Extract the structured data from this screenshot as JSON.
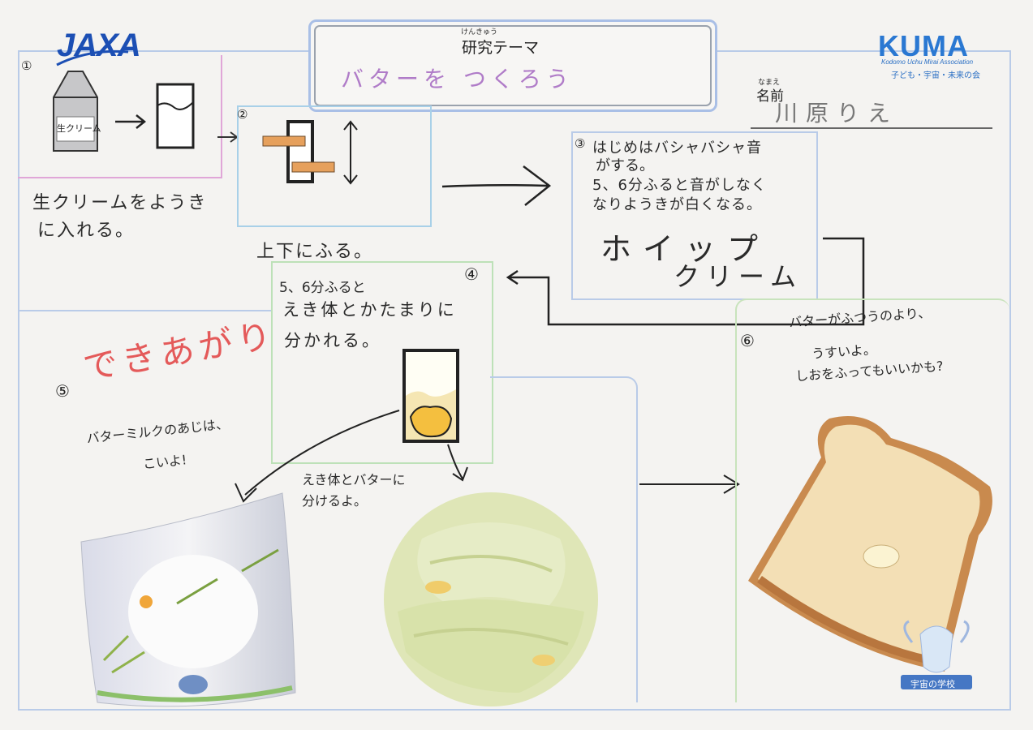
{
  "header": {
    "jaxa_logo": "JAXA",
    "kuma_logo": "KUMA",
    "kuma_subtitle": "Kodomo Uchu Mirai Association",
    "kuma_tagline": "子ども・宇宙・未来の会",
    "theme_ruby": "けんきゅう",
    "theme_label": "研究テーマ",
    "theme_value": "バターを つくろう",
    "name_ruby": "なまえ",
    "name_label": "名前",
    "name_value": "川原りえ"
  },
  "step1": {
    "number": "①",
    "carton_label": "生クリーム",
    "caption_line1": "生クリームをようき",
    "caption_line2": "に入れる。"
  },
  "step2": {
    "number": "②",
    "caption": "上下にふる。"
  },
  "step3": {
    "number": "③",
    "line1": "はじめはバシャバシャ音",
    "line2": "がする。",
    "line3": "5、6分ふると音がしなく",
    "line4": "なりようきが白くなる。",
    "big_line1": "ホイップ",
    "big_line2": "クリーム"
  },
  "step4": {
    "number": "④",
    "line1": "5、6分ふると",
    "line2": "えき体とかたまりに",
    "line3": "分かれる。",
    "split_line1": "えき体とバターに",
    "split_line2": "分けるよ。"
  },
  "step5": {
    "number": "⑤",
    "headline": "できあがり",
    "note_line1": "バターミルクのあじは、",
    "note_line2": "こいよ!"
  },
  "step6": {
    "number": "⑥",
    "line1": "バターがふつうのより、",
    "line2": "うすいよ。",
    "line3": "しおをふってもいいかも?"
  },
  "footer": {
    "badge_label": "宇宙の学校"
  },
  "colors": {
    "frame_blue": "#b9cbe8",
    "headline_red": "#e45a5a",
    "theme_purple": "#b07cc8",
    "theme_green": "#7ec78a",
    "logo_blue": "#1c4fb4"
  }
}
